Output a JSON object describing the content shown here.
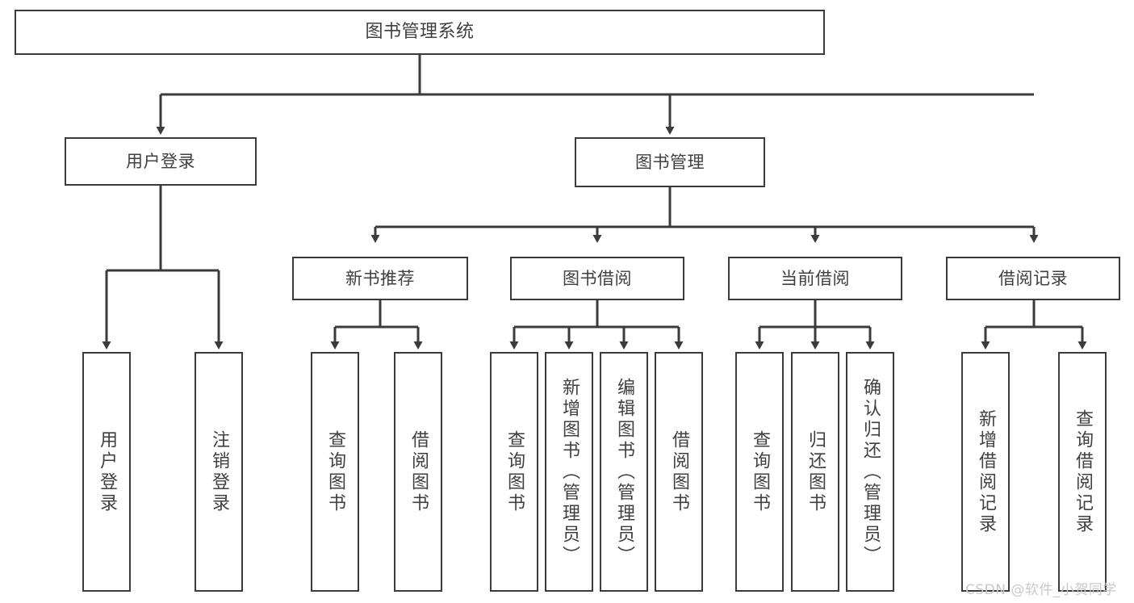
{
  "diagram": {
    "title": "图书管理系统",
    "type": "tree-hierarchy",
    "watermark": "CSDN @软件_小贺同学",
    "colors": {
      "stroke": "#3b3b3b",
      "text": "#404040",
      "background": "#ffffff",
      "watermark": "#c9c9c9"
    },
    "nodes": {
      "root": {
        "label": "图书管理系统"
      },
      "level2": [
        {
          "label": "用户登录"
        },
        {
          "label": "图书管理"
        }
      ],
      "level3": [
        {
          "label": "新书推荐"
        },
        {
          "label": "图书借阅"
        },
        {
          "label": "当前借阅"
        },
        {
          "label": "借阅记录"
        }
      ],
      "leaves": {
        "user_login": [
          {
            "label": "用户登录"
          },
          {
            "label": "注销登录"
          }
        ],
        "new_book": [
          {
            "label": "查询图书"
          },
          {
            "label": "借阅图书"
          }
        ],
        "book_borrow": [
          {
            "label": "查询图书"
          },
          {
            "label": "新增图书（管理员）"
          },
          {
            "label": "编辑图书（管理员）"
          },
          {
            "label": "借阅图书"
          }
        ],
        "current_borrow": [
          {
            "label": "查询图书"
          },
          {
            "label": "归还图书"
          },
          {
            "label": "确认归还（管理员）"
          }
        ],
        "borrow_record": [
          {
            "label": "新增借阅记录"
          },
          {
            "label": "查询借阅记录"
          }
        ]
      }
    }
  }
}
